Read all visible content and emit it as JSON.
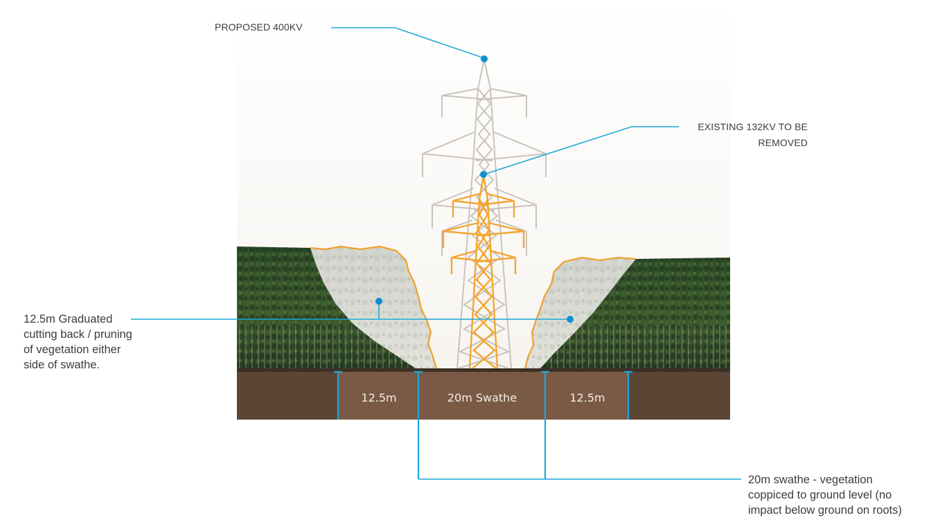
{
  "labels": {
    "proposed": "PROPOSED 400KV",
    "existing_line1": "EXISTING 132KV TO BE",
    "existing_line2": "REMOVED",
    "graduated_line1": "12.5m Graduated",
    "graduated_line2": "cutting back / pruning",
    "graduated_line3": "of vegetation either",
    "graduated_line4": "side of swathe.",
    "swathe_line1": "20m swathe - vegetation",
    "swathe_line2": "coppiced to ground level (no",
    "swathe_line3": "impact below ground on roots)"
  },
  "ground_labels": {
    "left": "12.5m",
    "center": "20m Swathe",
    "right": "12.5m"
  },
  "colors": {
    "leader": "#1ea7d8",
    "dot": "#0f8fd0",
    "pylon_proposed": "#c9c3bd",
    "pylon_existing": "#f3a530",
    "pruned_outline": "#f0a02a",
    "soil": "#5b4636",
    "swathe_soil": "#7a5a45",
    "vegetation": "#2e4a2a"
  },
  "icons": {
    "proposed_pylon": "pylon-icon",
    "existing_pylon": "pylon-icon",
    "forest": "tree-line-icon"
  }
}
